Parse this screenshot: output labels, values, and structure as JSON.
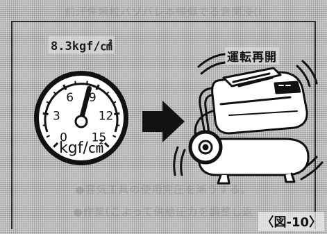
{
  "figure": {
    "background_text_top": "前汗件類粒バゾバレ本暢似でる音関浸(Ⅰ",
    "background_text_mid": "●容気工具の使用完圧を瀬うする。",
    "background_text_bottom": "●作業(こよって供給圧力を調整し返",
    "pressure_reading": "8.3kgf/㎠",
    "action_label": "運転再開",
    "figure_number": "〈図-10〉"
  },
  "gauge": {
    "needle_value": 8.3,
    "max_value": 15,
    "unit": "kgf/㎠",
    "scale_labels": [
      "0",
      "3",
      "6",
      "9",
      "12",
      "15"
    ]
  },
  "colors": {
    "ink": "#111111",
    "gauge_face": "#ffffff",
    "arrow": "#111111",
    "background": "#cfcfcf"
  },
  "icons": {
    "arrow": "right-arrow-icon",
    "compressor": "air-compressor-icon",
    "gauge": "pressure-gauge-icon"
  }
}
